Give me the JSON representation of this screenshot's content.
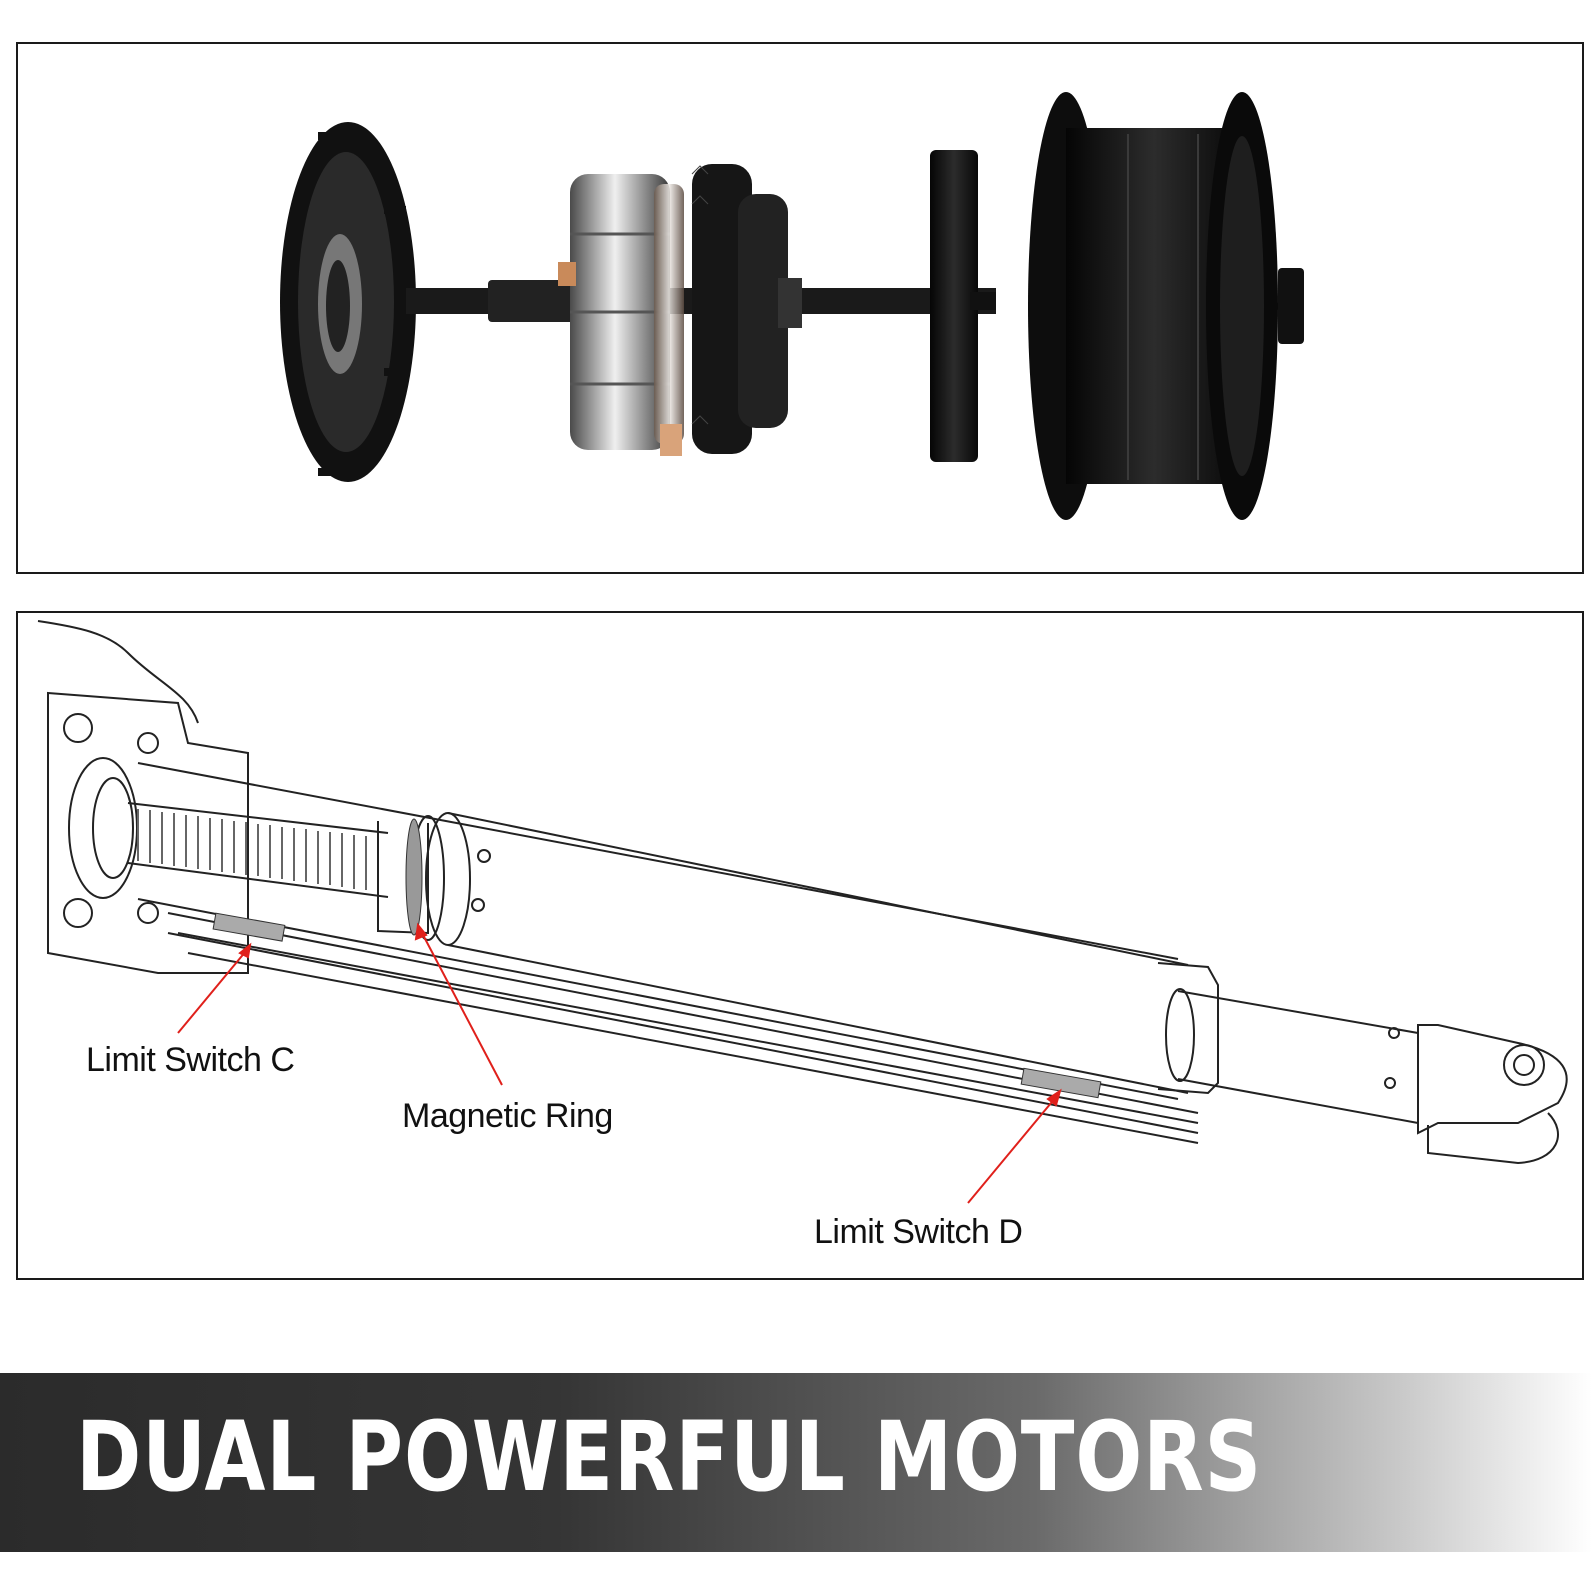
{
  "diagram": {
    "labels": {
      "limit_switch_c": "Limit Switch C",
      "magnetic_ring": "Magnetic Ring",
      "limit_switch_d": "Limit Switch D"
    },
    "arrow_color": "#e0201b"
  },
  "banner": {
    "title": "DUAL POWERFUL MOTORS"
  }
}
